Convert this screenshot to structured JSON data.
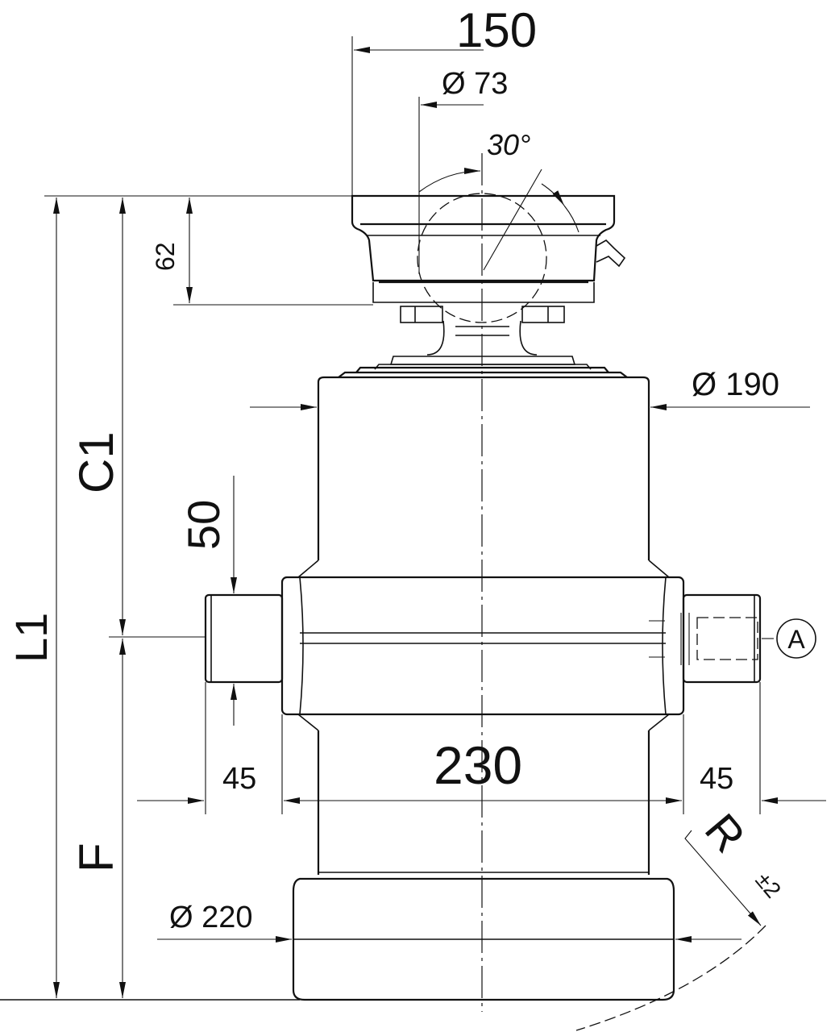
{
  "dimensions": {
    "width_150": "150",
    "dia_73": "Ø 73",
    "angle_30": "30°",
    "height_62": "62",
    "dia_190": "Ø 190",
    "c1": "C1",
    "size_50": "50",
    "l1": "L1",
    "port_label": "A",
    "width_230": "230",
    "left_45": "45",
    "right_45": "45",
    "f": "F",
    "dia_220": "Ø 220",
    "radius": "R",
    "tolerance": "±2"
  }
}
